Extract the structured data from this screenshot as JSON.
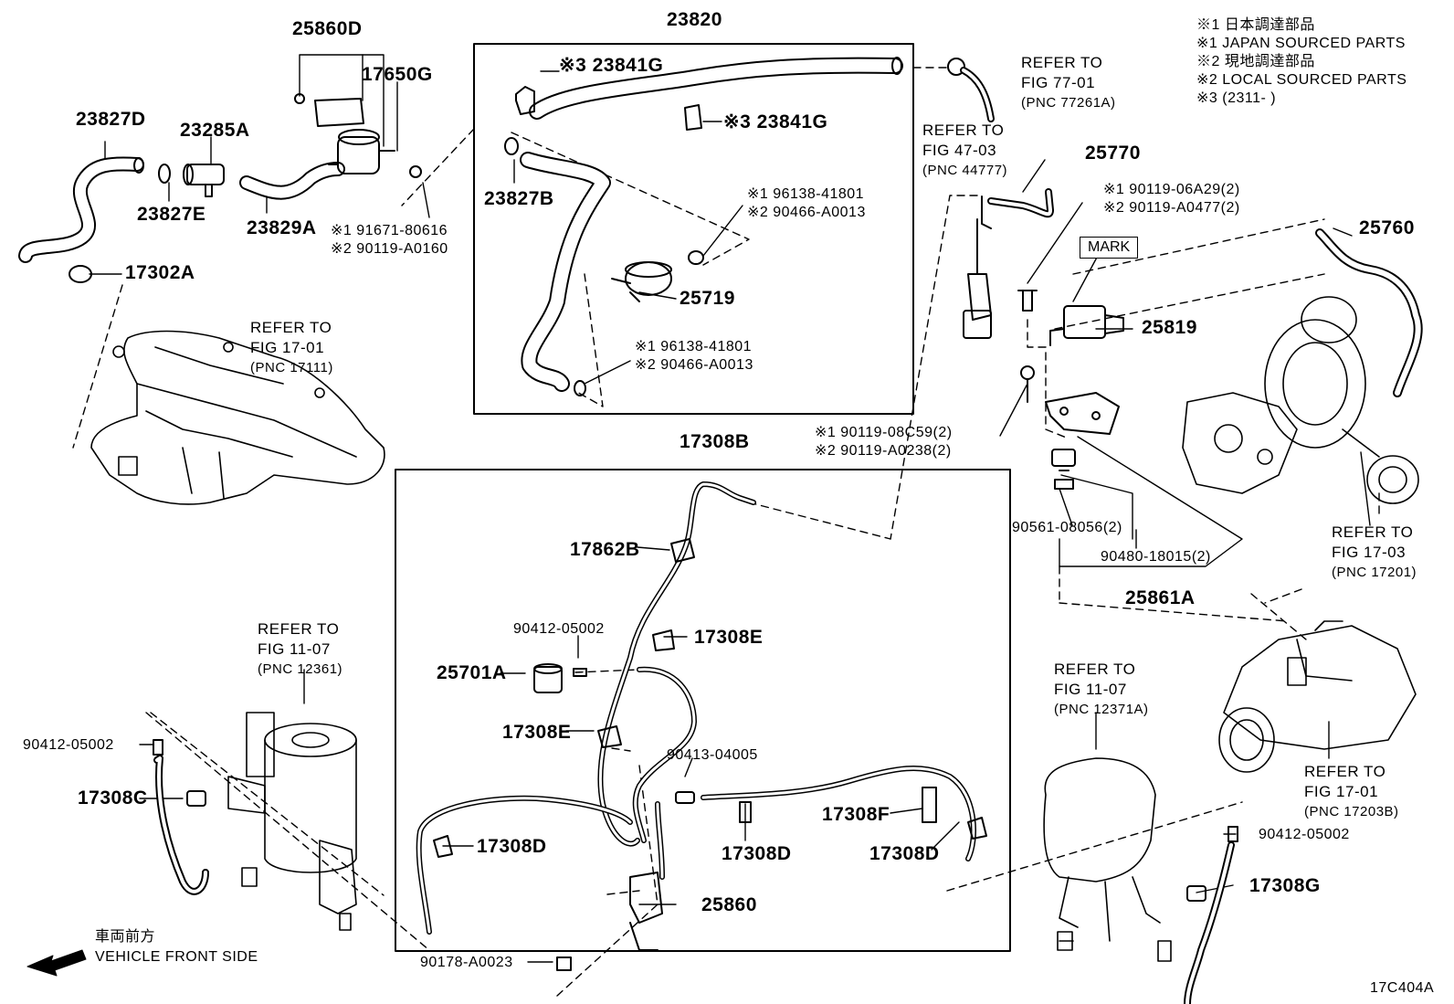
{
  "diagram_id": "17C404A",
  "legend": [
    "※1 日本調達部品",
    "※1 JAPAN SOURCED PARTS",
    "※2 現地調達部品",
    "※2 LOCAL SOURCED PARTS",
    "※3 (2311-      )"
  ],
  "front_side": {
    "jp": "車両前方",
    "en": "VEHICLE FRONT SIDE"
  },
  "mark": "MARK",
  "parts": {
    "p23820": "23820",
    "p25860D": "25860D",
    "p17650G": "17650G",
    "p23827D": "23827D",
    "p23285A": "23285A",
    "p23827E": "23827E",
    "p23829A": "23829A",
    "p17302A": "17302A",
    "p91671": "※1 91671-80616",
    "p90119_A0160": "※2 90119-A0160",
    "p23841G_a": "※3 23841G",
    "p23841G_b": "※3 23841G",
    "p23827B": "23827B",
    "p96138_a": "※1 96138-41801",
    "p90466_a": "※2 90466-A0013",
    "p25719": "25719",
    "p96138_b": "※1 96138-41801",
    "p90466_b": "※2 90466-A0013",
    "p25770": "25770",
    "p90119_06A29": "※1 90119-06A29(2)",
    "p90119_A0477": "※2 90119-A0477(2)",
    "p25760": "25760",
    "p25819": "25819",
    "p90119_08C59": "※1 90119-08C59(2)",
    "p90119_A0238": "※2 90119-A0238(2)",
    "p90561": "90561-08056(2)",
    "p90480": "90480-18015(2)",
    "p25861A": "25861A",
    "p17308B": "17308B",
    "p17862B": "17862B",
    "p90412_a": "90412-05002",
    "p17308E_a": "17308E",
    "p25701A": "25701A",
    "p17308E_b": "17308E",
    "p90413": "90413-04005",
    "p17308F": "17308F",
    "p17308D_a": "17308D",
    "p17308D_b": "17308D",
    "p17308D_c": "17308D",
    "p25860": "25860",
    "p90178": "90178-A0023",
    "p90412_b": "90412-05002",
    "p17308C": "17308C",
    "p90412_c": "90412-05002",
    "p17308G": "17308G"
  },
  "refs": {
    "r7701": [
      "REFER TO",
      "FIG 77-01",
      "(PNC 77261A)"
    ],
    "r4703": [
      "REFER TO",
      "FIG 47-03",
      "(PNC 44777)"
    ],
    "r1701a": [
      "REFER TO",
      "FIG 17-01",
      "(PNC 17111)"
    ],
    "r1703": [
      "REFER TO",
      "FIG 17-03",
      "(PNC 17201)"
    ],
    "r1107a": [
      "REFER TO",
      "FIG 11-07",
      "(PNC 12361)"
    ],
    "r1107b": [
      "REFER TO",
      "FIG 11-07",
      "(PNC 12371A)"
    ],
    "r1701b": [
      "REFER TO",
      "FIG 17-01",
      "(PNC 17203B)"
    ]
  }
}
